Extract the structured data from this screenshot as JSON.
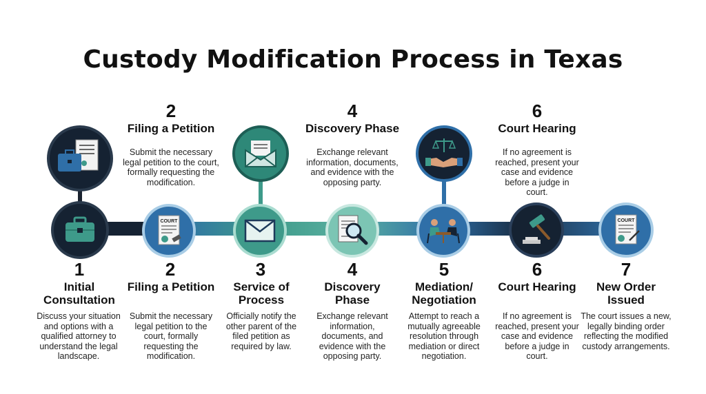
{
  "title": "Custody Modification Process in Texas",
  "top_steps": [
    {
      "number": "2",
      "title": "Filing a Petition",
      "description": "Submit the necessary legal petition to the court, formally requesting the modification."
    },
    {
      "number": "4",
      "title": "Discovery Phase",
      "description": "Exchange relevant information, documents, and evidence with the opposing party."
    },
    {
      "number": "6",
      "title": "Court Hearing",
      "description": "If no agreement is reached, present your case and evidence before a judge in court."
    }
  ],
  "steps": [
    {
      "number": "1",
      "title": "Initial Consultation",
      "description": "Discuss your situation and options with a qualified attorney to understand the legal landscape.",
      "icon": "briefcase-icon"
    },
    {
      "number": "2",
      "title": "Filing a Petition",
      "description": "Submit the necessary legal petition to the court, formally requesting the modification.",
      "icon": "court-document-icon"
    },
    {
      "number": "3",
      "title": "Service of Process",
      "description": "Officially notify the other parent of the filed petition as required by law.",
      "icon": "envelope-icon"
    },
    {
      "number": "4",
      "title": "Discovery Phase",
      "description": "Exchange relevant information, documents, and evidence with the opposing party.",
      "icon": "magnifier-document-icon"
    },
    {
      "number": "5",
      "title": "Mediation/ Negotiation",
      "description": "Attempt to reach a mutually agreeable resolution through mediation or direct negotiation.",
      "icon": "mediation-table-icon"
    },
    {
      "number": "6",
      "title": "Court Hearing",
      "description": "If no agreement is reached, present your case and evidence before a judge in court.",
      "icon": "gavel-icon"
    },
    {
      "number": "7",
      "title": "New Order Issued",
      "description": "The court issues a new, legally binding order reflecting the modified custody arrangements.",
      "icon": "new-order-document-icon"
    }
  ],
  "icon_labels": {
    "court": "COURT"
  },
  "colors": {
    "dark_navy": "#152232",
    "blue": "#2f6fa8",
    "teal": "#3e9a8a",
    "light_teal": "#78c2b0",
    "light_blue": "#5aa0c8"
  }
}
